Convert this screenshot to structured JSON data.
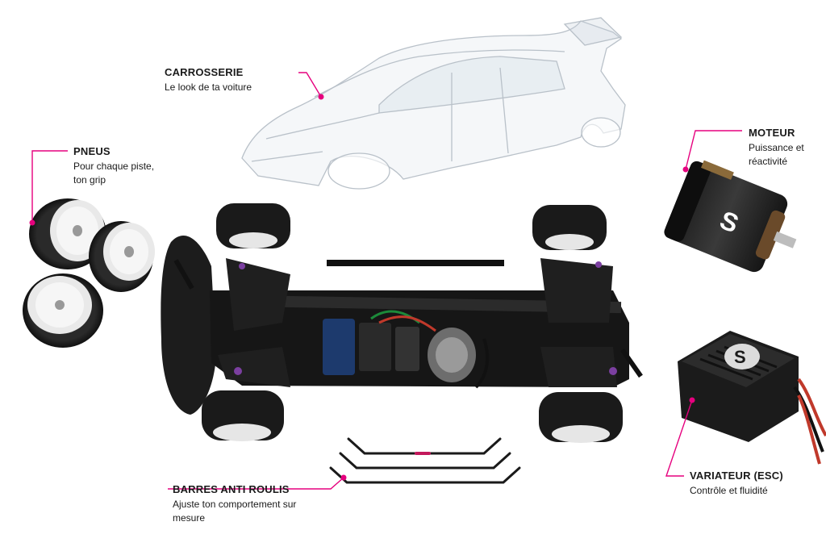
{
  "accent_color": "#e6007e",
  "labels": {
    "carrosserie": {
      "title": "CARROSSERIE",
      "desc": "Le look de ta voiture"
    },
    "pneus": {
      "title": "PNEUS",
      "desc": "Pour chaque piste, ton grip"
    },
    "moteur": {
      "title": "MOTEUR",
      "desc": "Puissance et réactivité"
    },
    "variateur": {
      "title": "VARIATEUR (ESC)",
      "desc": "Contrôle et fluidité"
    },
    "barres": {
      "title": "BARRES ANTI ROULIS",
      "desc": "Ajuste ton comportement sur mesure"
    }
  },
  "logos": {
    "motor": "S",
    "esc": "S"
  }
}
